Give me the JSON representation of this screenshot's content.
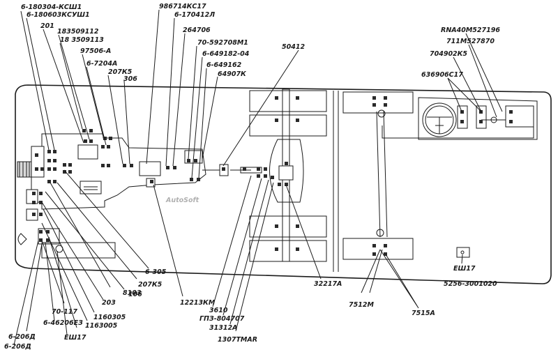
{
  "watermark": "AutoSoft",
  "labels_left": [
    "6-180304-КСШ1",
    "6-180603КСУШ1",
    "201",
    "183509112",
    "18 3509113",
    "97506-А",
    "6-7204А",
    "207К5",
    "306",
    "986714КС17",
    "6-170412Л",
    "264706",
    "70-592708М1",
    "6-649182-04",
    "6-649162",
    "64907К",
    "50412"
  ],
  "labels_right": [
    "RNA40M527196",
    "711M527870",
    "704902К5",
    "636906С17"
  ],
  "labels_bottom": [
    "6-305",
    "207К5",
    "8103",
    "106",
    "203",
    "1160305",
    "1163005",
    "70-117",
    "6-46206ЕЗ",
    "ЕШ17",
    "6-206Д",
    "6-206Д",
    "12213КМ",
    "3610",
    "ГПЗ-804707",
    "31312А",
    "1307ТМАR",
    "32217А",
    "7512М",
    "7515А",
    "ЕШ17",
    "5256-3001020"
  ]
}
